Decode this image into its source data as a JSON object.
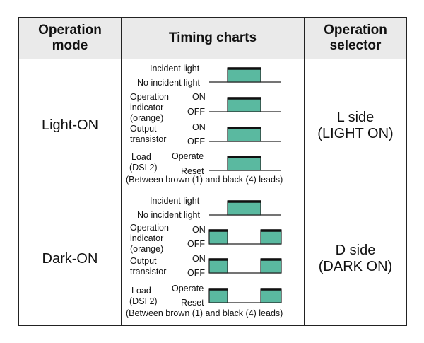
{
  "header": {
    "col1": "Operation mode",
    "col2": "Timing charts",
    "col3": "Operation selector"
  },
  "rows": [
    {
      "mode": "Light-ON",
      "selector_line1": "L side",
      "selector_line2": "(LIGHT ON)",
      "signals": {
        "incident_light": "Incident light",
        "no_incident_light": "No incident light",
        "op_ind_line1": "Operation",
        "op_ind_line2": "indicator",
        "op_ind_line3": "(orange)",
        "on": "ON",
        "off": "OFF",
        "output_line1": "Output",
        "output_line2": "transistor",
        "load": "Load",
        "dsi": "(DSI 2)",
        "operate": "Operate",
        "reset": "Reset",
        "note": "(Between brown (1) and black (4) leads)"
      }
    },
    {
      "mode": "Dark-ON",
      "selector_line1": "D side",
      "selector_line2": "(DARK ON)",
      "signals": {
        "incident_light": "Incident light",
        "no_incident_light": "No incident light",
        "op_ind_line1": "Operation",
        "op_ind_line2": "indicator",
        "op_ind_line3": "(orange)",
        "on": "ON",
        "off": "OFF",
        "output_line1": "Output",
        "output_line2": "transistor",
        "load": "Load",
        "dsi": "(DSI 2)",
        "operate": "Operate",
        "reset": "Reset",
        "note": "(Between brown (1) and black (4) leads)"
      }
    }
  ],
  "colors": {
    "pulse_fill": "#5ab9a0",
    "line": "#222222",
    "header_bg": "#eaeaea"
  }
}
